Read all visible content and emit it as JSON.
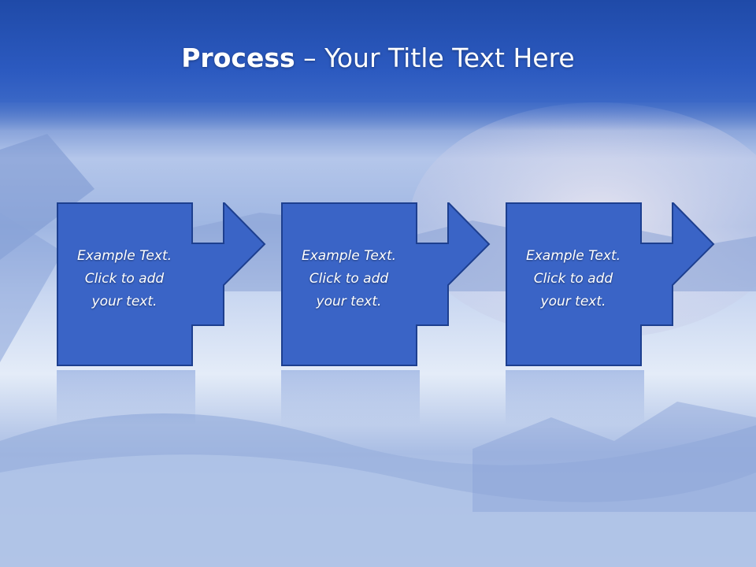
{
  "title": {
    "bold": "Process",
    "rest": " – Your Title Text Here"
  },
  "steps": [
    {
      "line1": "Example Text.",
      "line2": "Click  to add",
      "line3": "your text."
    },
    {
      "line1": "Example Text.",
      "line2": "Click  to add",
      "line3": "your text."
    },
    {
      "line1": "Example Text.",
      "line2": "Click  to add",
      "line3": "your text."
    }
  ],
  "colors": {
    "title_bar": "#2c5ac0",
    "box_fill": "#3a64c6",
    "box_border": "#1d3f8f",
    "text": "#ffffff"
  }
}
